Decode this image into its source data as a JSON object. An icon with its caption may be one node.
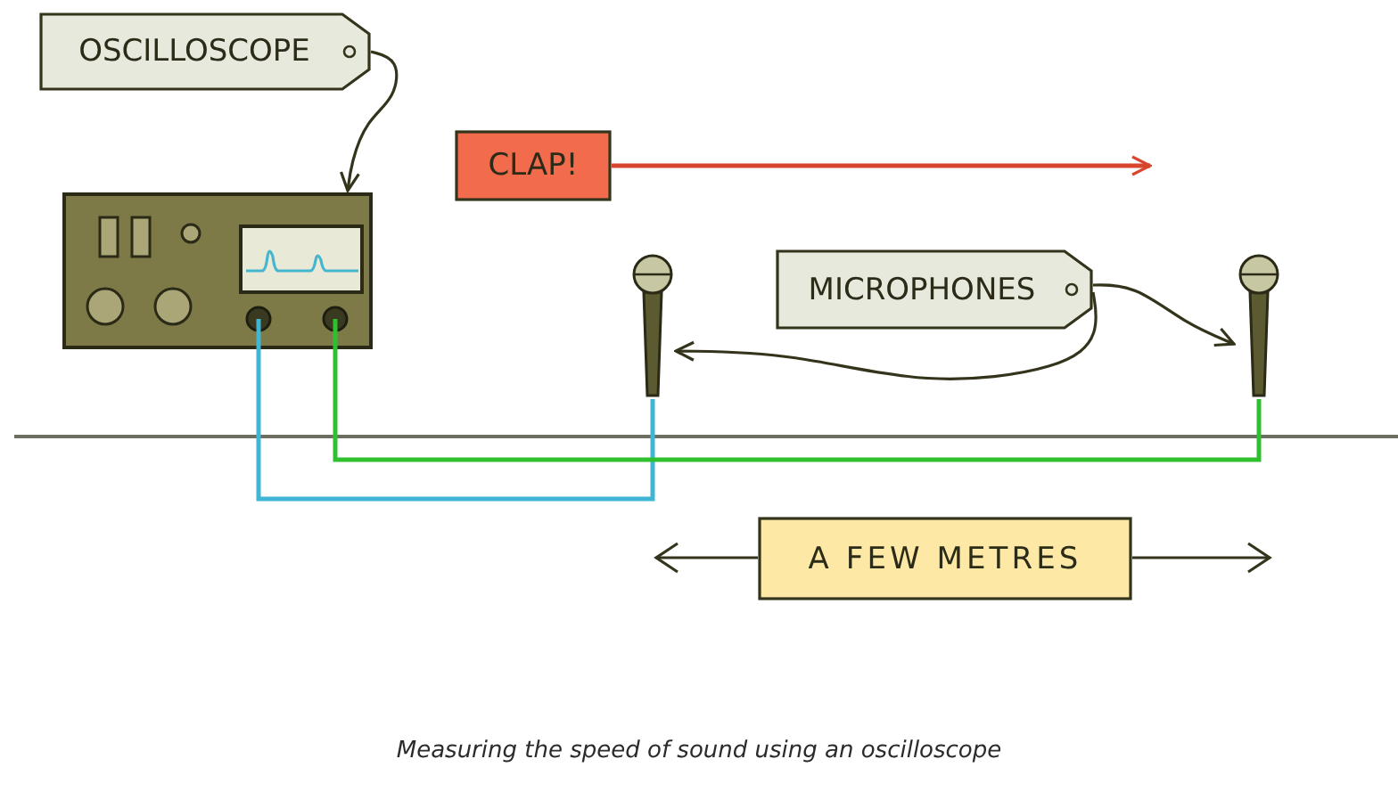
{
  "diagram": {
    "caption": "Measuring the speed of sound using an oscilloscope",
    "nodes": [
      {
        "text": [
          "OSCILLOSCOPE"
        ]
      },
      {
        "text": [],
        "shape": "picture"
      },
      {
        "text": [
          "CLAP!"
        ]
      },
      {
        "text": [
          "MICROPHONES"
        ]
      },
      {
        "text": [],
        "shape": "picture"
      },
      {
        "text": [],
        "shape": "picture"
      },
      {
        "text": [
          "A FEW METRES"
        ]
      }
    ],
    "edges": [
      {
        "from": 0,
        "to": 1,
        "arrow": "to"
      },
      {
        "from": 2,
        "to": null,
        "arrow": "to",
        "color": "#d6452c"
      },
      {
        "from": 3,
        "to": 4,
        "arrow": "to"
      },
      {
        "from": 3,
        "to": 5,
        "arrow": "to"
      },
      {
        "from": 1,
        "to": 4,
        "arrow": "none",
        "color": "#3fb6d3"
      },
      {
        "from": 1,
        "to": 5,
        "arrow": "none",
        "color": "#2ec02e"
      }
    ]
  }
}
